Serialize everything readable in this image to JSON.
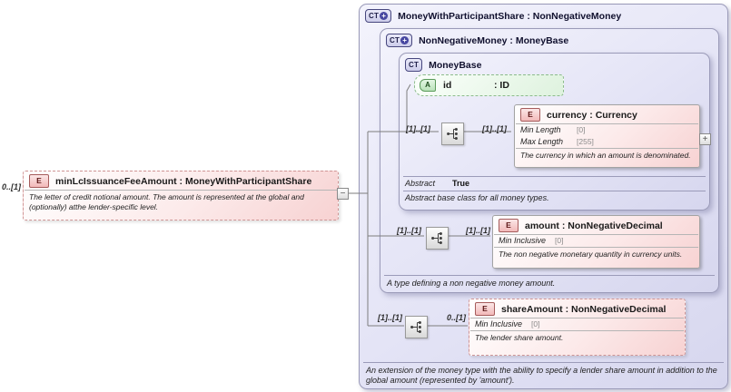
{
  "icons": {
    "collapse": "−",
    "expand": "+",
    "extension": "+"
  },
  "left": {
    "cardinality": "0..[1]",
    "badge": "E",
    "title": "minLcIssuanceFeeAmount : MoneyWithParticipantShare",
    "desc": "The letter of credit notional amount. The amount is represented at the global and (optionally) atthe lender-specific level."
  },
  "outer": {
    "badge": "CT",
    "title": "MoneyWithParticipantShare : NonNegativeMoney",
    "footer": "An extension of the money type with the ability to specify a lender share amount in addition to the global amount (represented by 'amount').",
    "share": {
      "card_left": "[1]..[1]",
      "card_right": "0..[1]",
      "badge": "E",
      "title": "shareAmount : NonNegativeDecimal",
      "facet_name": "Min Inclusive",
      "facet_value": "[0]",
      "desc": "The lender share amount."
    }
  },
  "nnm": {
    "badge": "CT",
    "title": "NonNegativeMoney : MoneyBase",
    "footer": "A type defining a non negative money amount.",
    "amount": {
      "card_left": "[1]..[1]",
      "card_right": "[1]..[1]",
      "badge": "E",
      "title": "amount : NonNegativeDecimal",
      "facet_name": "Min Inclusive",
      "facet_value": "[0]",
      "desc": "The non negative monetary quantity in currency units."
    }
  },
  "mb": {
    "badge": "CT",
    "title": "MoneyBase",
    "attr": {
      "badge": "A",
      "name": "id",
      "type": ": ID"
    },
    "currency": {
      "card_left": "[1]..[1]",
      "card_right": "[1]..[1]",
      "badge": "E",
      "title": "currency : Currency",
      "facets": [
        {
          "name": "Min Length",
          "value": "[0]"
        },
        {
          "name": "Max Length",
          "value": "[255]"
        }
      ],
      "desc": "The currency in which an amount is denominated."
    },
    "abstract_label": "Abstract",
    "abstract_value": "True",
    "footer": "Abstract base class for all money types."
  }
}
